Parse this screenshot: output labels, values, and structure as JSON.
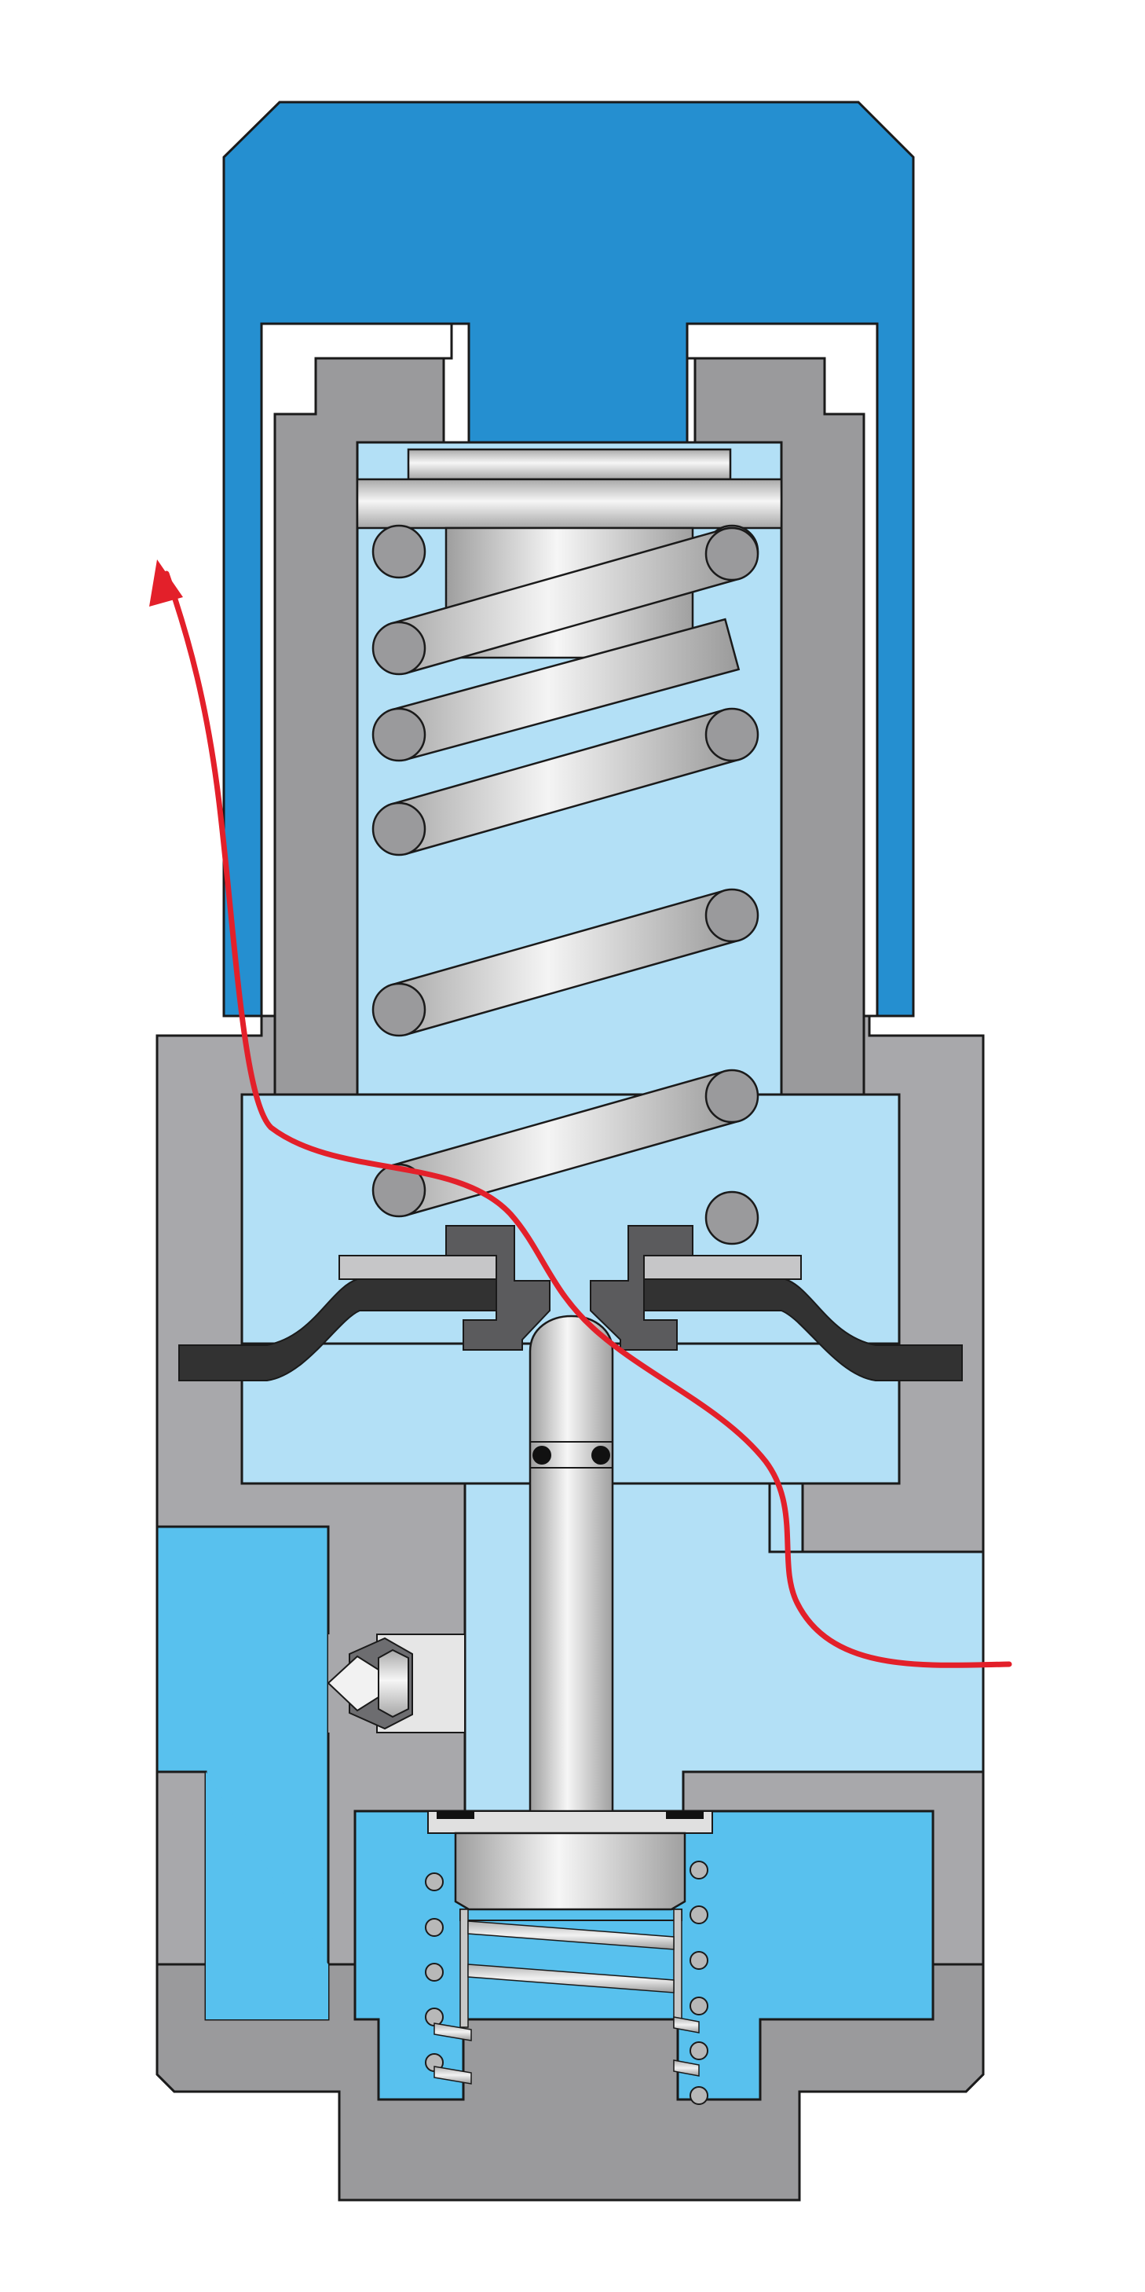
{
  "diagram": {
    "kind": "pressure-regulator-cross-section",
    "labels": [],
    "colors": {
      "background": "#ffffff",
      "bonnet_blue": "#258fd0",
      "body_gray": "#9a9a9c",
      "body_gray_light": "#a8a8ab",
      "chamber_light_blue": "#b3e0f6",
      "fluid_blue": "#58c1ee",
      "diaphragm_dark": "#323232",
      "seat_dark_gray": "#5b5b5d",
      "flow_arrow_red": "#e3202a",
      "outline": "#1a1a1a",
      "metal_light": "#f2f2f2",
      "metal_dark": "#9e9e9e"
    },
    "components": [
      "bonnet-cap",
      "spring-housing",
      "adjusting-spring",
      "spring-button",
      "diaphragm",
      "valve-stem",
      "valve-poppet",
      "return-spring",
      "regulator-body",
      "gauge-port-plug",
      "flow-path-arrow"
    ],
    "icons": [
      "arrowhead-icon"
    ]
  }
}
